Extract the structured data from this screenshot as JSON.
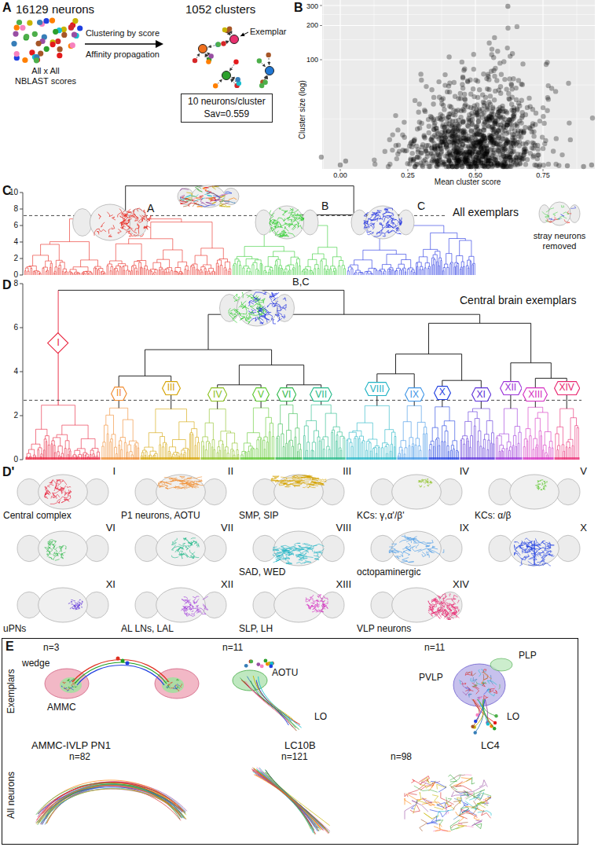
{
  "diagram": {
    "nodes": [
      {
        "text": [
          "10 neurons/cluster",
          "Sav=0.559"
        ]
      },
      {
        "text": [
          "I"
        ]
      },
      {
        "text": [
          "II"
        ]
      },
      {
        "text": [
          "III"
        ]
      },
      {
        "text": [
          "IV"
        ]
      },
      {
        "text": [
          "V"
        ]
      },
      {
        "text": [
          "VI"
        ]
      },
      {
        "text": [
          "VII"
        ]
      },
      {
        "text": [
          "VIII"
        ]
      },
      {
        "text": [
          "IX"
        ]
      },
      {
        "text": [
          "X"
        ]
      },
      {
        "text": [
          "XI"
        ]
      },
      {
        "text": [
          "XII"
        ]
      },
      {
        "text": [
          "XIII"
        ]
      },
      {
        "text": [
          "XIV"
        ]
      },
      {
        "text": [
          "E"
        ]
      }
    ],
    "labels": [
      "A",
      "16129 neurons",
      "1052 clusters",
      "All x All",
      "NBLAST scores",
      "Clustering by score",
      "Affinity propagation",
      "Exemplar",
      "B",
      "Cluster size (log)",
      "Mean cluster score",
      "0.00",
      "0.25",
      "0.50",
      "0.75",
      "100",
      "200",
      "300",
      "C",
      "10",
      "8",
      "6",
      "4",
      "2",
      "0",
      "A",
      "B",
      "C",
      "All exemplars",
      "stray neurons removed",
      "D",
      "8",
      "6",
      "4",
      "2",
      "0",
      "B,C",
      "Central brain exemplars",
      "D'",
      "I",
      "II",
      "III",
      "IV",
      "V",
      "VI",
      "VII",
      "VIII",
      "IX",
      "X",
      "XI",
      "XII",
      "XIII",
      "XIV",
      "Central complex",
      "P1 neurons, AOTU",
      "SMP, SIP",
      "KCs: γ,α'/β'",
      "KCs: α/β",
      "SAD, WED",
      "octopaminergic",
      "uPNs",
      "AL LNs, LAL",
      "SLP, LH",
      "VLP neurons",
      "Exemplars",
      "n=3",
      "wedge",
      "AMMC",
      "AMMC-IVLP PN1",
      "n=11",
      "AOTU",
      "LO",
      "LC10B",
      "n=11",
      "PLP",
      "PVLP",
      "LO",
      "LC4",
      "All neurons",
      "n=82",
      "n=121",
      "n=98"
    ]
  }
}
